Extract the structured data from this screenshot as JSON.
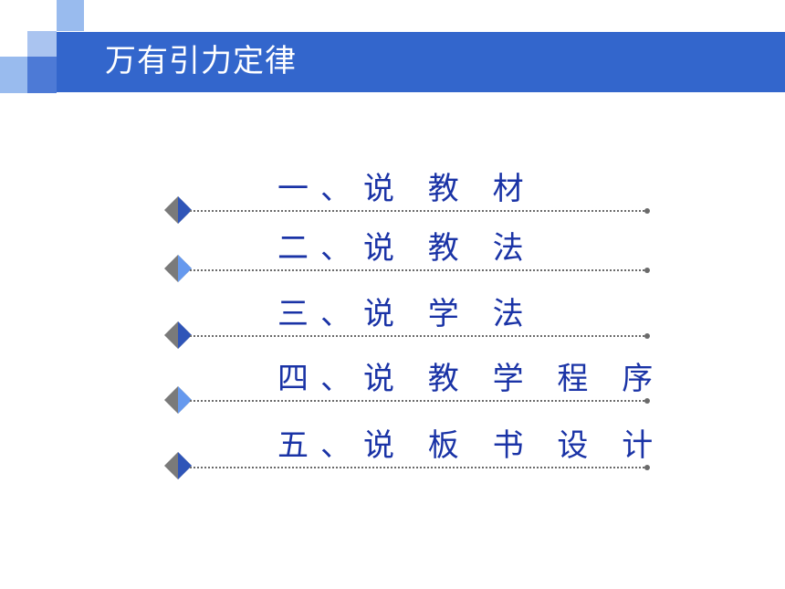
{
  "slide": {
    "title": "万有引力定律",
    "accent_color": "#3366cc",
    "text_color": "#1a33a6"
  },
  "menu": {
    "items": [
      {
        "label": "一、说 教 材"
      },
      {
        "label": "二、说 教 法"
      },
      {
        "label": "三、说 学 法"
      },
      {
        "label": "四、说 教 学 程 序"
      },
      {
        "label": "五、说 板 书 设 计"
      }
    ]
  }
}
